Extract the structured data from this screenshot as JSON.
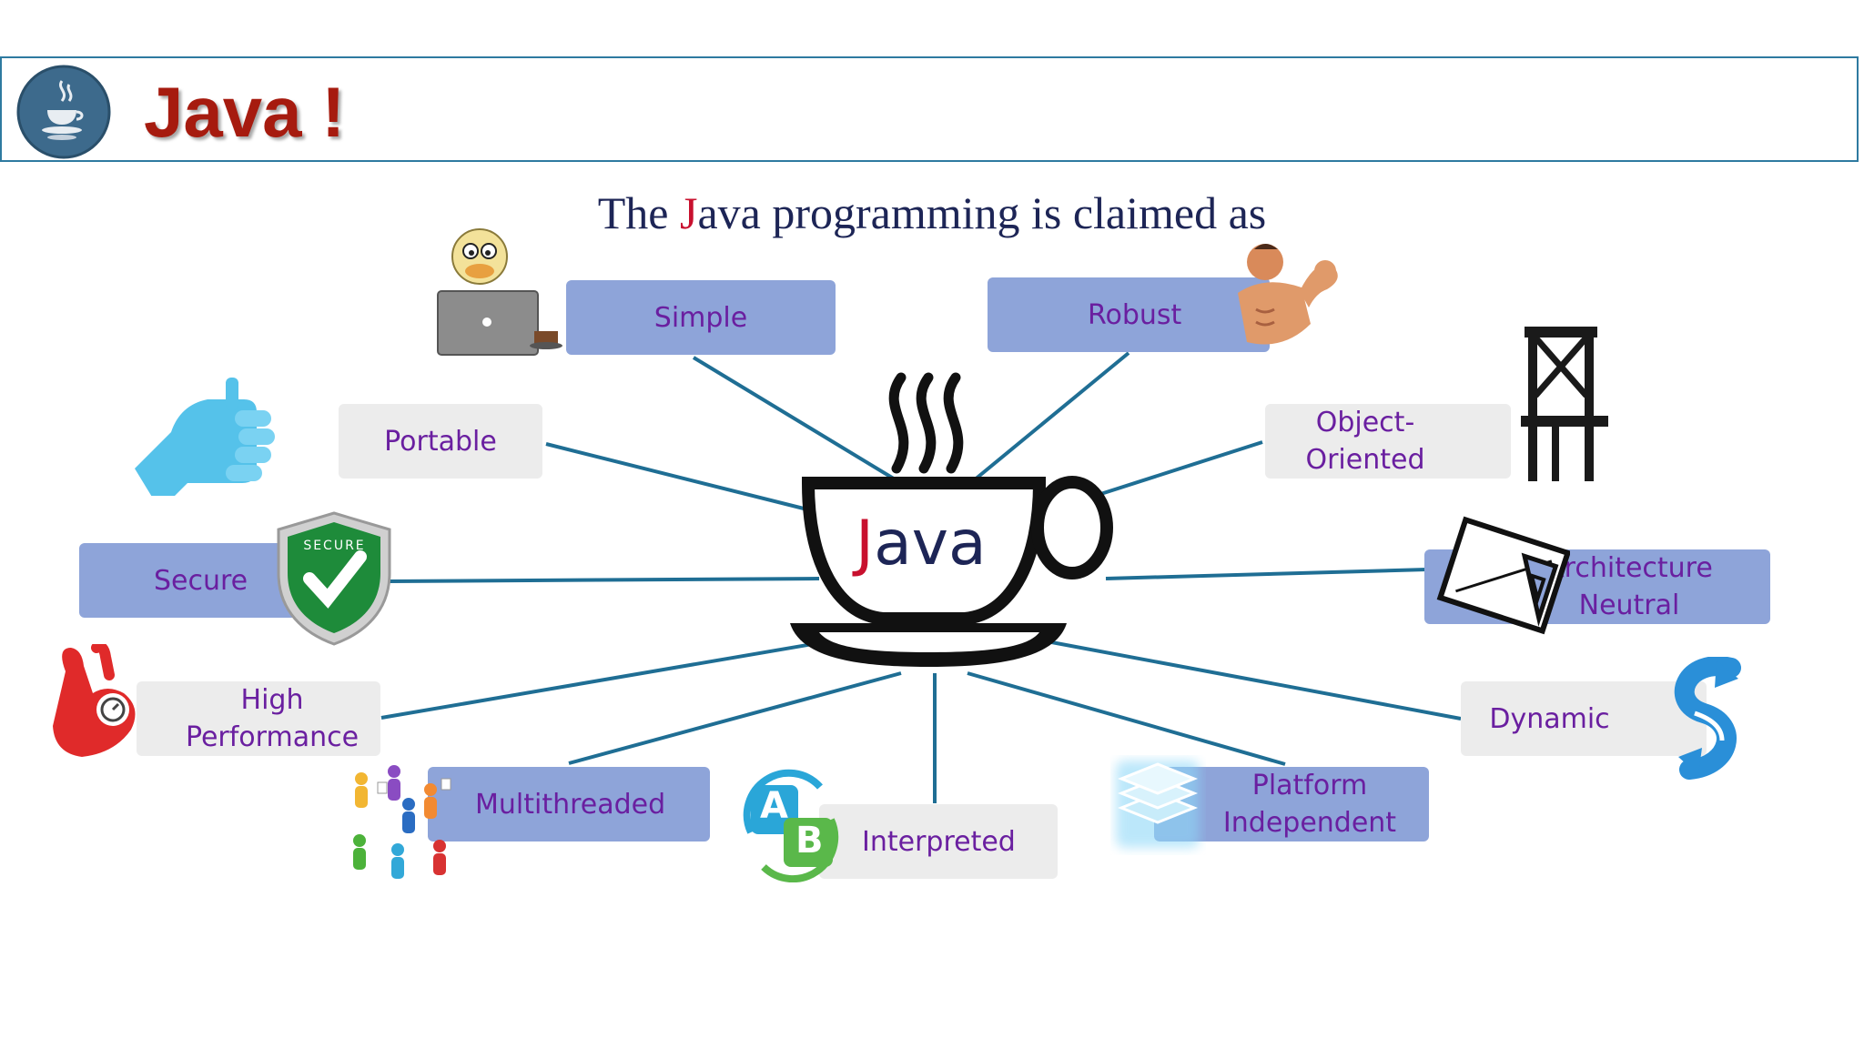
{
  "header": {
    "title": "Java !",
    "logo_icon": "java-cup-logo-icon"
  },
  "subtitle": {
    "prefix": "The ",
    "j": "J",
    "rest": "ava programming is claimed as"
  },
  "center": {
    "j": "J",
    "rest": "ava",
    "icon": "coffee-cup-icon"
  },
  "features": {
    "simple": "Simple",
    "robust": "Robust",
    "portable": "Portable",
    "object_oriented_1": "Object-",
    "object_oriented_2": "Oriented",
    "secure": "Secure",
    "secure_badge": "SECURE",
    "architecture_neutral_1": "Architecture",
    "architecture_neutral_2": "Neutral",
    "high_performance_1": "High",
    "high_performance_2": "Performance",
    "dynamic": "Dynamic",
    "multithreaded": "Multithreaded",
    "interpreted": "Interpreted",
    "platform_independent_1": "Platform",
    "platform_independent_2": "Independent",
    "ab_a": "A",
    "ab_b": "B"
  },
  "colors": {
    "title": "#a61b0f",
    "subtitle": "#1d2556",
    "accent_red": "#c8102e",
    "box_blue": "#8ea4d9",
    "box_grey": "#ececec",
    "box_text": "#6a1fa0",
    "connector": "#1f6e94",
    "header_border": "#2e7aa0"
  }
}
